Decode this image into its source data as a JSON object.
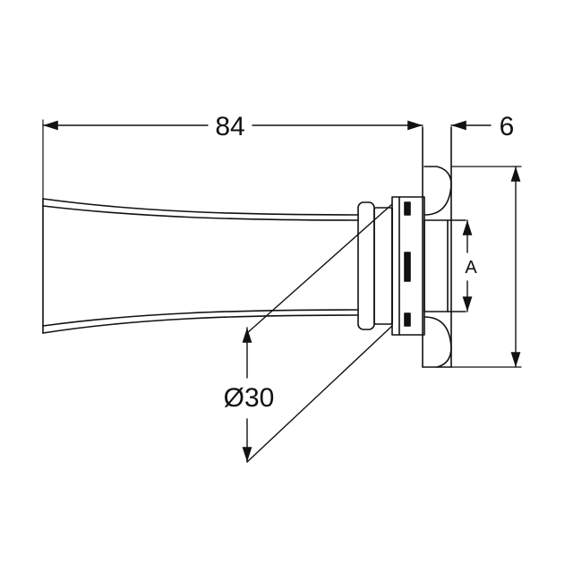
{
  "dimensions": {
    "length_label": "84",
    "flange_thickness_label": "6",
    "diameter_label": "Ø30",
    "a_label": "A"
  },
  "colors": {
    "line": "#111111",
    "background": "#ffffff"
  }
}
